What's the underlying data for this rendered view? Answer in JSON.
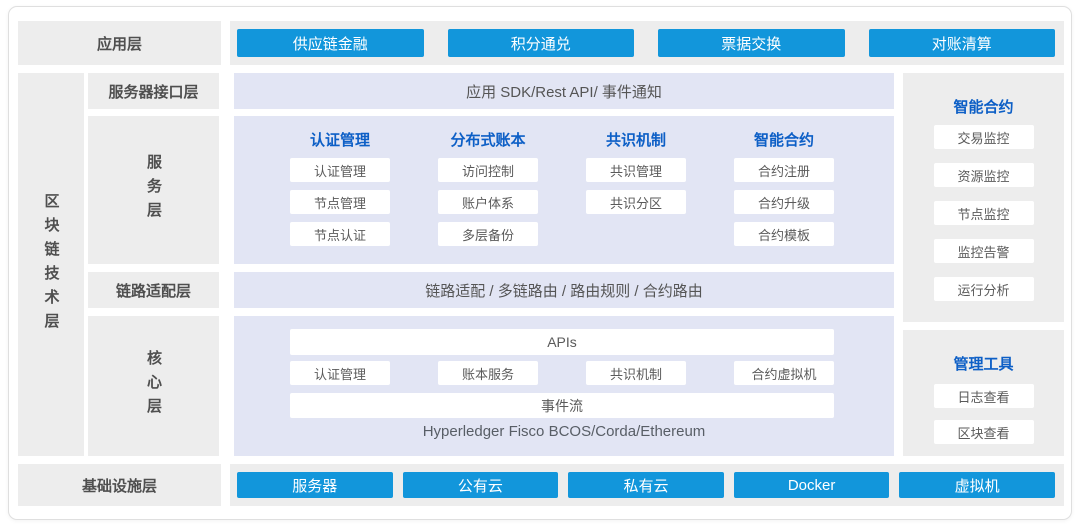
{
  "app_layer": {
    "label": "应用层",
    "buttons": [
      "供应链金融",
      "积分通兑",
      "票据交换",
      "对账清算"
    ]
  },
  "tech_layer_label": "区块链技术层",
  "rows": {
    "interface": {
      "label": "服务器接口层",
      "content": "应用 SDK/Rest API/ 事件通知"
    },
    "service": {
      "label": "服务层",
      "columns": [
        {
          "header": "认证管理",
          "items": [
            "认证管理",
            "节点管理",
            "节点认证"
          ]
        },
        {
          "header": "分布式账本",
          "items": [
            "访问控制",
            "账户体系",
            "多层备份"
          ]
        },
        {
          "header": "共识机制",
          "items": [
            "共识管理",
            "共识分区"
          ]
        },
        {
          "header": "智能合约",
          "items": [
            "合约注册",
            "合约升级",
            "合约模板"
          ]
        }
      ]
    },
    "link": {
      "label": "链路适配层",
      "content": "链路适配 / 多链路由 / 路由规则 / 合约路由"
    },
    "core": {
      "label": "核心层",
      "api_bar": "APIs",
      "modules": [
        "认证管理",
        "账本服务",
        "共识机制",
        "合约虚拟机"
      ],
      "event_bar": "事件流",
      "platforms": "Hyperledger Fisco BCOS/Corda/Ethereum"
    }
  },
  "side_panels": [
    {
      "header": "智能合约",
      "items": [
        "交易监控",
        "资源监控",
        "节点监控",
        "监控告警",
        "运行分析"
      ]
    },
    {
      "header": "管理工具",
      "items": [
        "日志查看",
        "区块查看"
      ]
    }
  ],
  "infra_layer": {
    "label": "基础设施层",
    "buttons": [
      "服务器",
      "公有云",
      "私有云",
      "Docker",
      "虚拟机"
    ]
  },
  "colors": {
    "accent_blue": "#1296db",
    "header_blue": "#0d5fc6",
    "lavender": "#e2e5f4",
    "panel_gray": "#ededed"
  }
}
